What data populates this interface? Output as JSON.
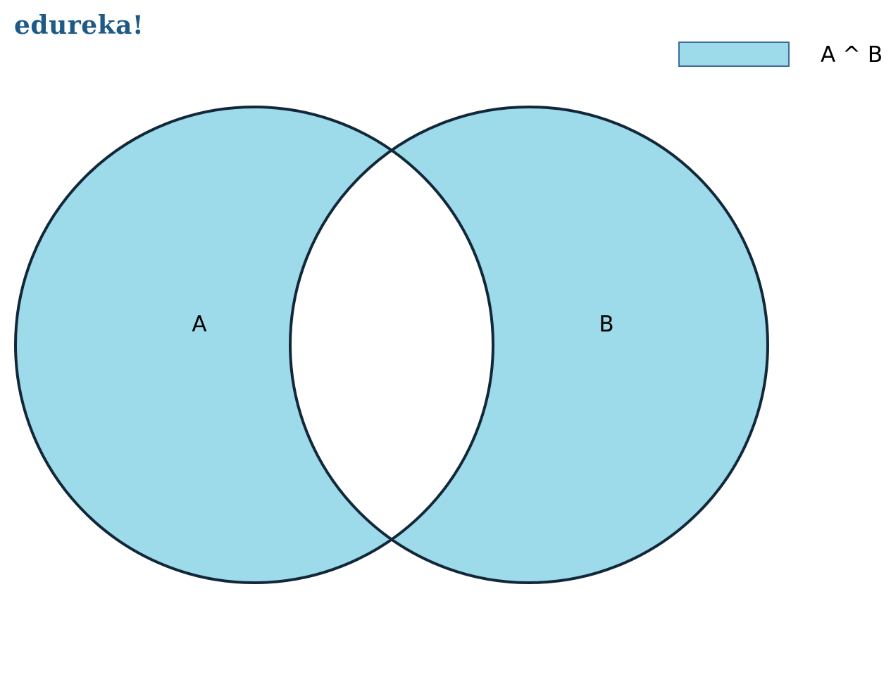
{
  "logo": {
    "text": "edureka!"
  },
  "legend": {
    "label": "A ^ B"
  },
  "sets": {
    "a_label": "A",
    "b_label": "B"
  },
  "colors": {
    "fill": "#9edbea",
    "outline": "#12283a",
    "swatch_border": "#3d6b9a",
    "logo": "#1d5a86",
    "background": "#ffffff"
  }
}
